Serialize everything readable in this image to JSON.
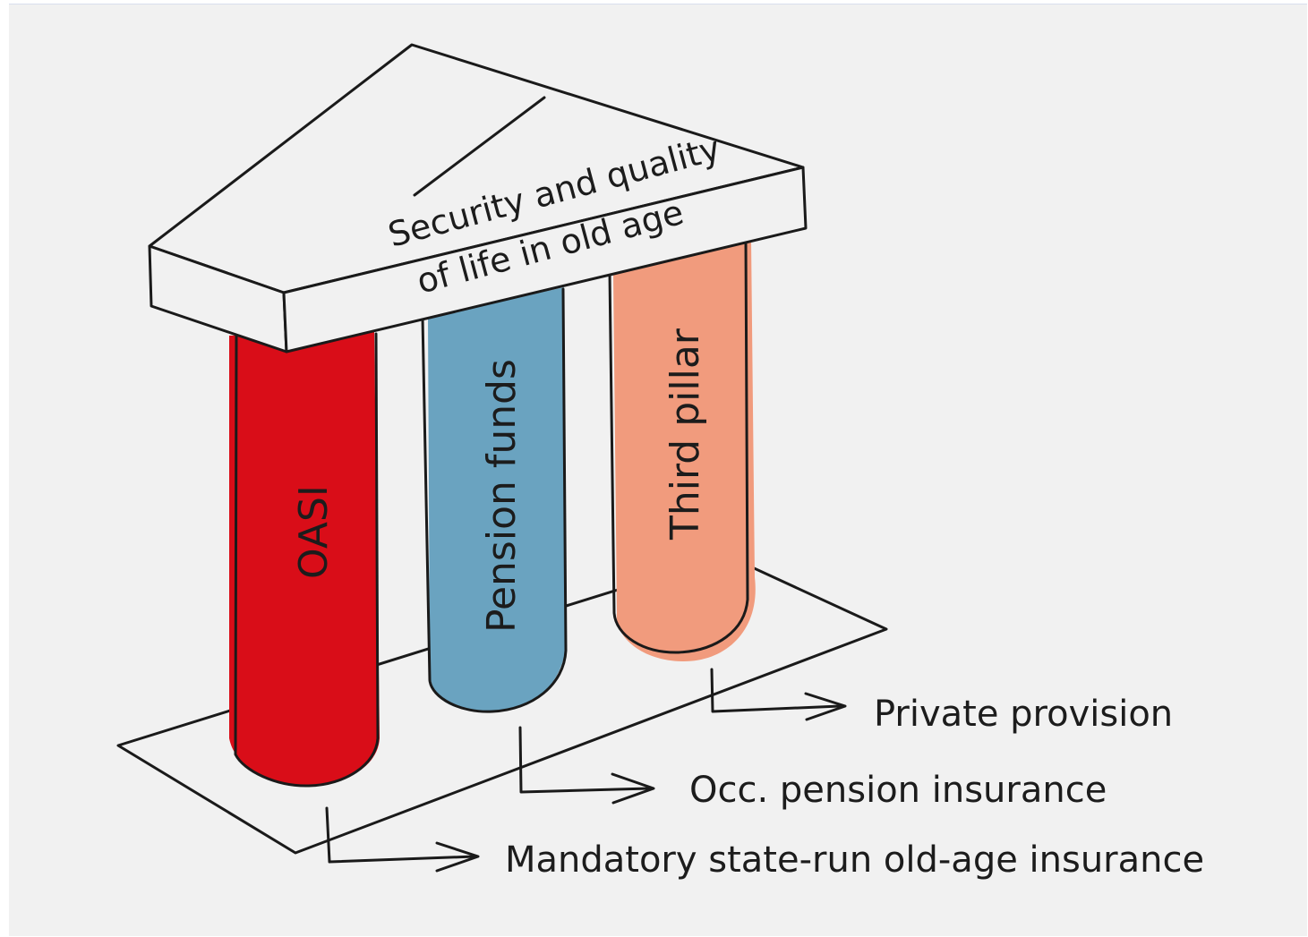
{
  "roof": {
    "line1": "Security and quality",
    "line2": "of life in old age"
  },
  "pillars": [
    {
      "label": "OASI",
      "color": "#d90d18"
    },
    {
      "label": "Pension funds",
      "color": "#6aa3c0"
    },
    {
      "label": "Third pillar",
      "color": "#f19b7d"
    }
  ],
  "arrows": {
    "private": "Private provision",
    "occupational": "Occ. pension insurance",
    "mandatory": "Mandatory state-run old-age insurance"
  }
}
